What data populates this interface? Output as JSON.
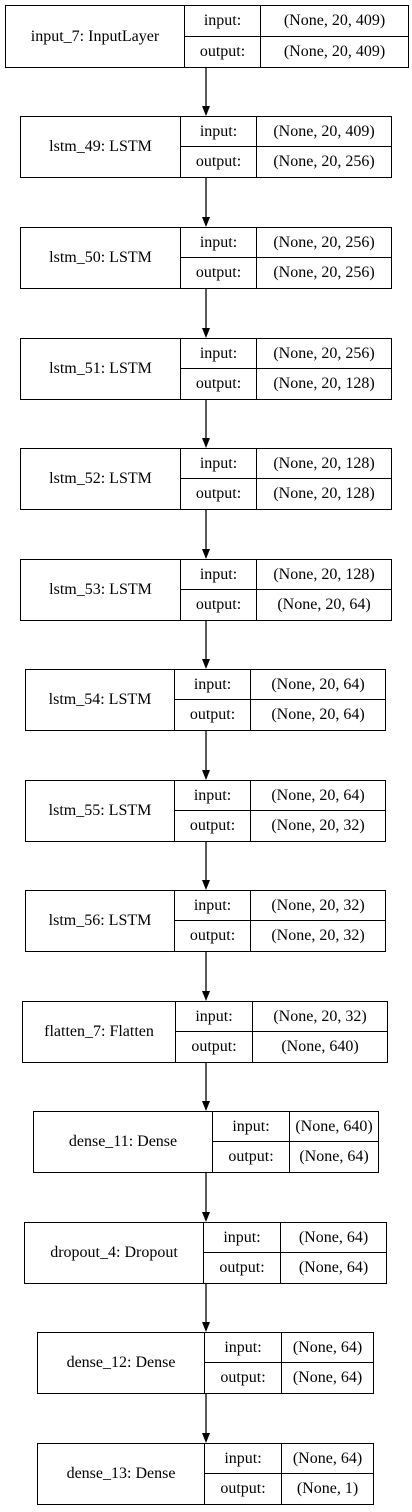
{
  "io_labels": {
    "input": "input:",
    "output": "output:"
  },
  "layers": [
    {
      "name": "input_7: InputLayer",
      "input": "(None, 20, 409)",
      "output": "(None, 20, 409)"
    },
    {
      "name": "lstm_49: LSTM",
      "input": "(None, 20, 409)",
      "output": "(None, 20, 256)"
    },
    {
      "name": "lstm_50: LSTM",
      "input": "(None, 20, 256)",
      "output": "(None, 20, 256)"
    },
    {
      "name": "lstm_51: LSTM",
      "input": "(None, 20, 256)",
      "output": "(None, 20, 128)"
    },
    {
      "name": "lstm_52: LSTM",
      "input": "(None, 20, 128)",
      "output": "(None, 20, 128)"
    },
    {
      "name": "lstm_53: LSTM",
      "input": "(None, 20, 128)",
      "output": "(None, 20, 64)"
    },
    {
      "name": "lstm_54: LSTM",
      "input": "(None, 20, 64)",
      "output": "(None, 20, 64)"
    },
    {
      "name": "lstm_55: LSTM",
      "input": "(None, 20, 64)",
      "output": "(None, 20, 32)"
    },
    {
      "name": "lstm_56: LSTM",
      "input": "(None, 20, 32)",
      "output": "(None, 20, 32)"
    },
    {
      "name": "flatten_7: Flatten",
      "input": "(None, 20, 32)",
      "output": "(None, 640)"
    },
    {
      "name": "dense_11: Dense",
      "input": "(None, 640)",
      "output": "(None, 64)"
    },
    {
      "name": "dropout_4: Dropout",
      "input": "(None, 64)",
      "output": "(None, 64)"
    },
    {
      "name": "dense_12: Dense",
      "input": "(None, 64)",
      "output": "(None, 64)"
    },
    {
      "name": "dense_13: Dense",
      "input": "(None, 64)",
      "output": "(None, 1)"
    }
  ]
}
